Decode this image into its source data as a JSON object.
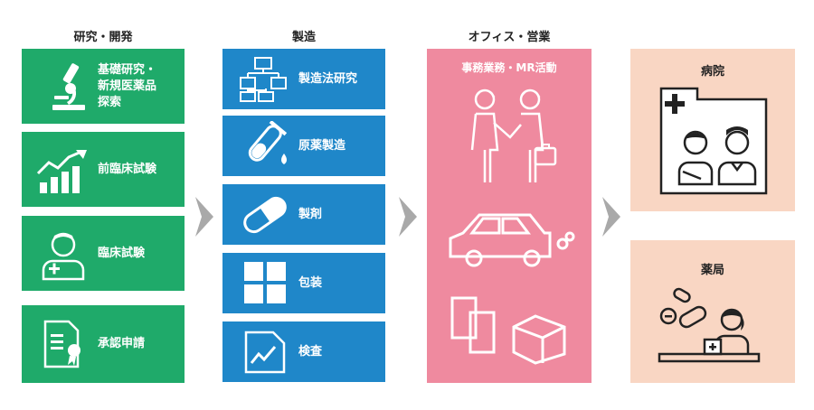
{
  "columns": {
    "rd": {
      "title": "研究・開発",
      "items": [
        "基礎研究・\n新規医薬品\n探索",
        "前臨床試験",
        "臨床試験",
        "承認申請"
      ]
    },
    "mfg": {
      "title": "製造",
      "items": [
        "製造法研究",
        "原薬製造",
        "製剤",
        "包装",
        "検査"
      ]
    },
    "office": {
      "title": "オフィス・営業",
      "subtitle": "事務業務・MR活動"
    },
    "dest": {
      "hospital": "病院",
      "pharmacy": "薬局"
    }
  },
  "colors": {
    "green": "#1faa6a",
    "blue": "#1f87c9",
    "pink": "#ef8a9f",
    "peach": "#f9d6c3",
    "arrow": "#a9a9a9"
  }
}
